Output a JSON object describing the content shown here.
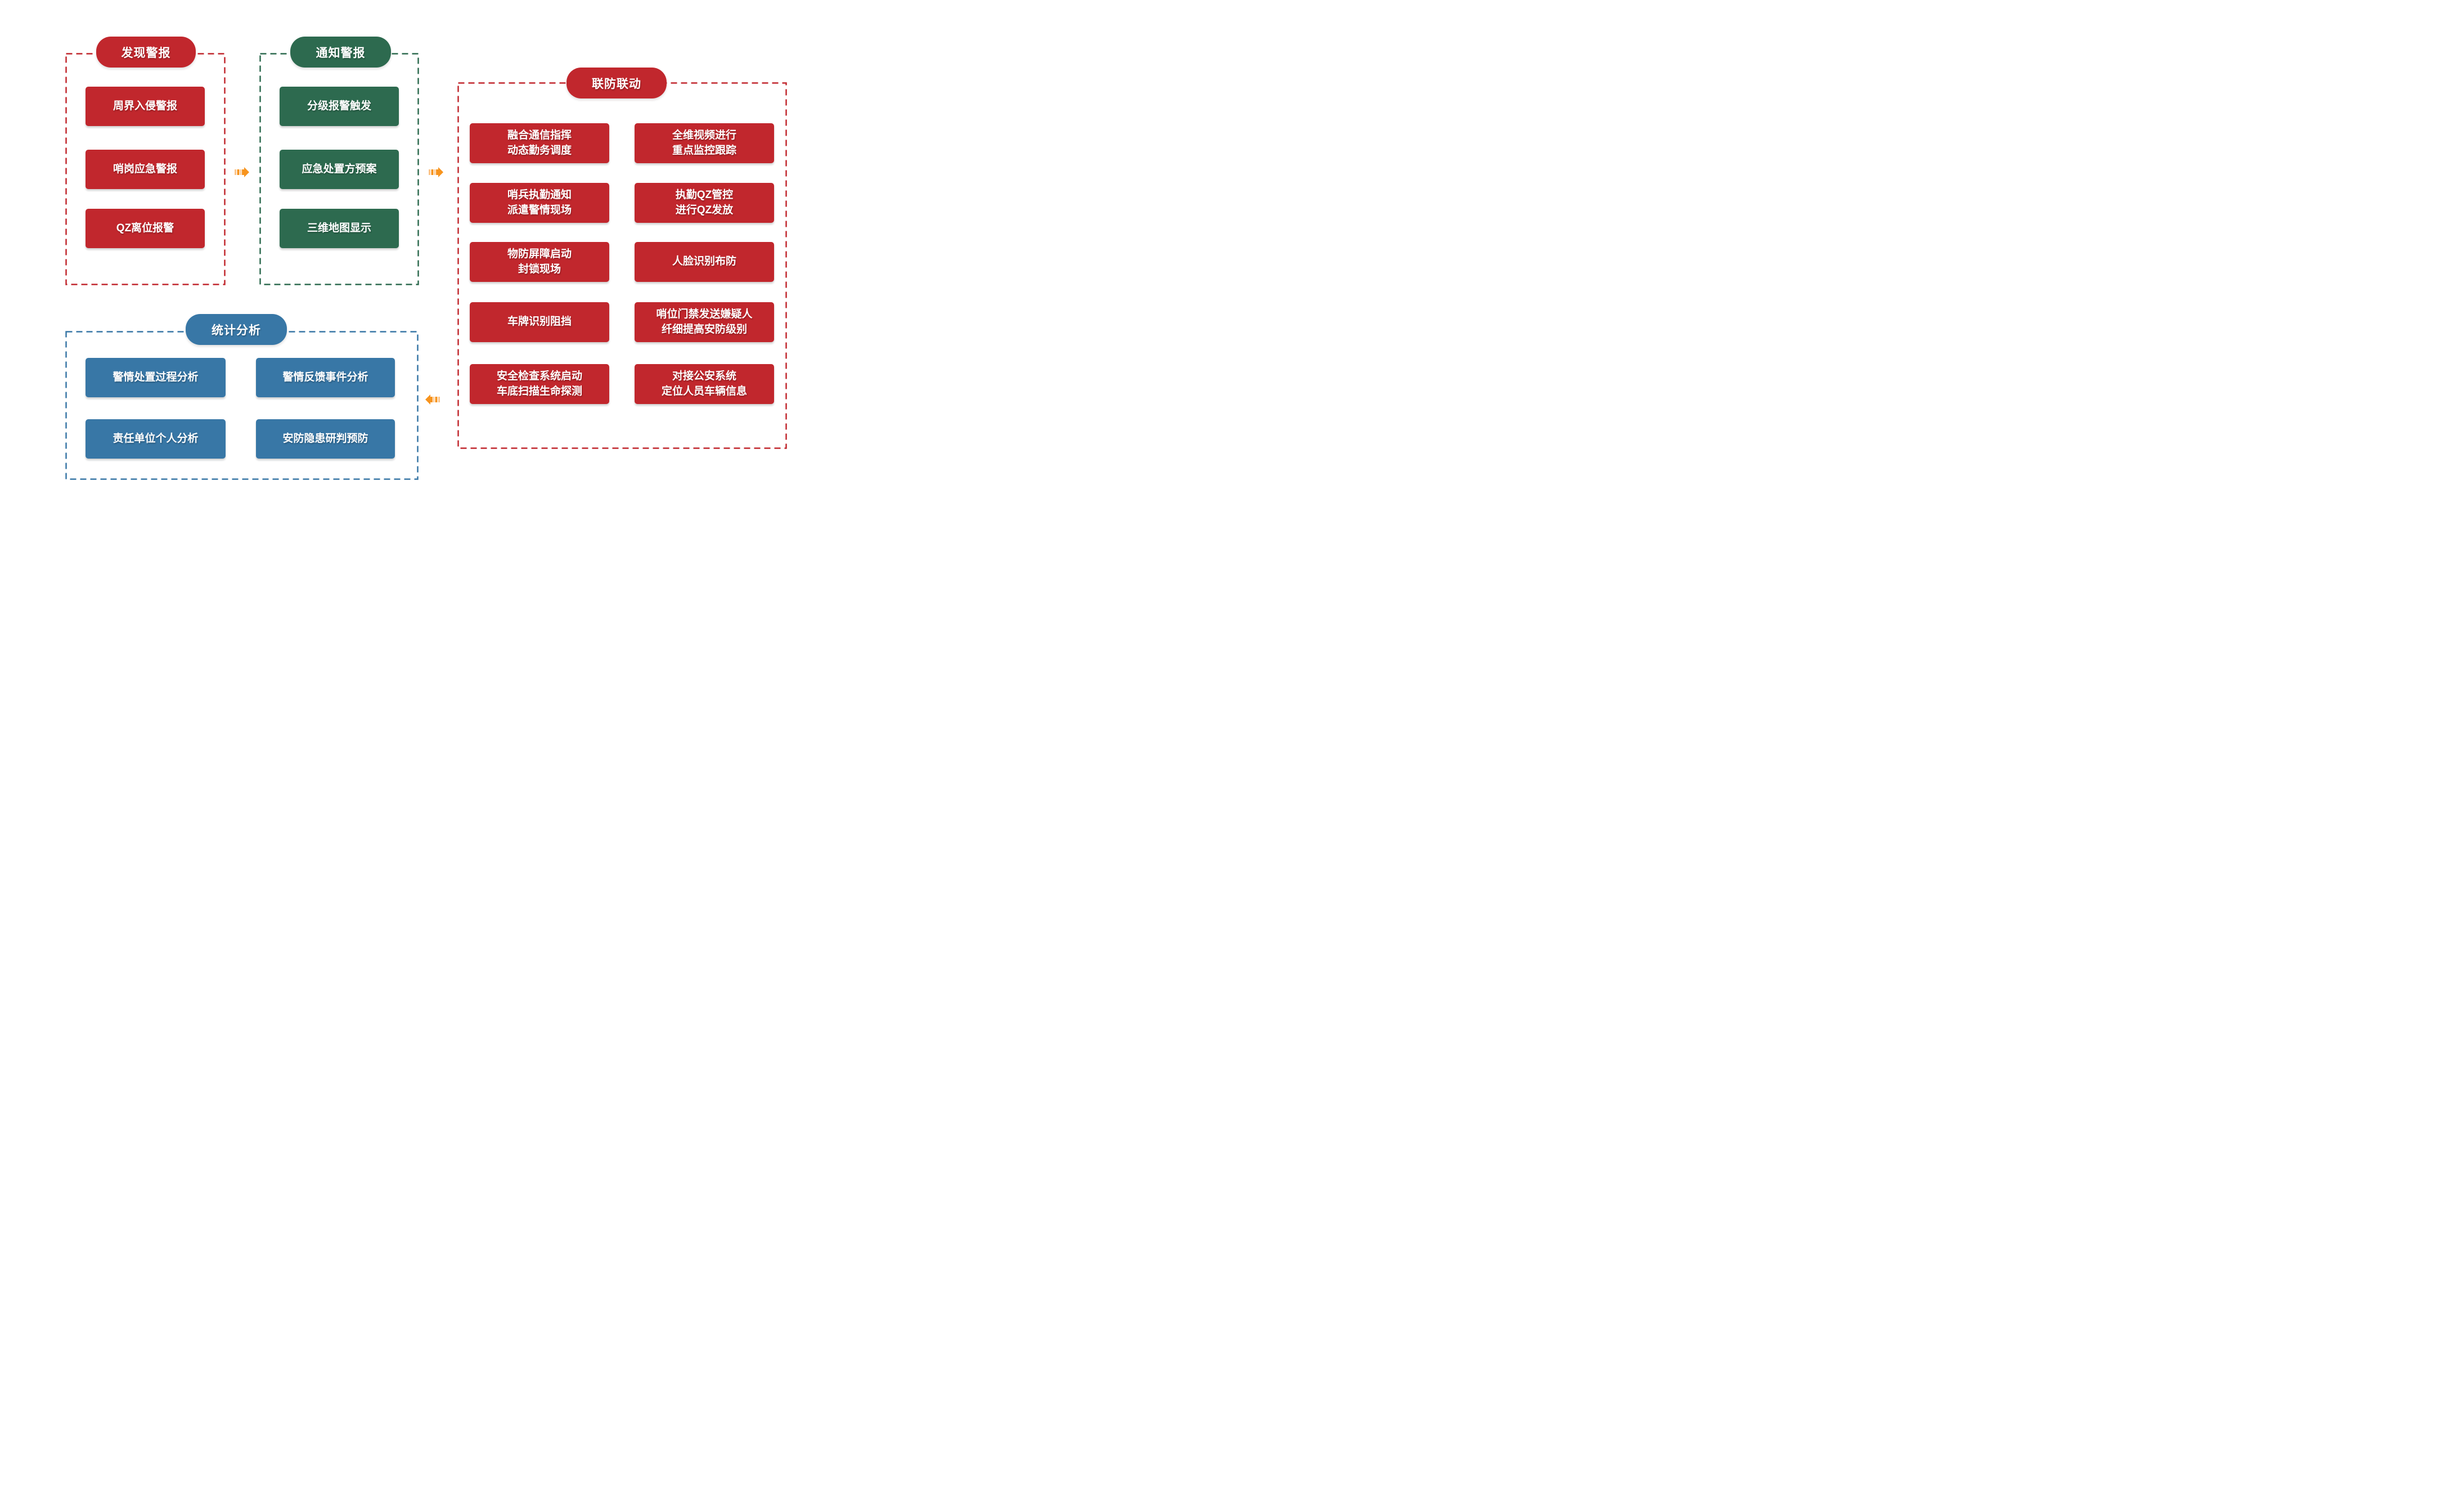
{
  "colors": {
    "red": "#C1272D",
    "green": "#2D6A4F",
    "blue": "#3877A6",
    "arrow": "#F7941E",
    "arrow_light": "#FBC48A"
  },
  "sections": {
    "discover": {
      "title": "发现警报",
      "items": [
        {
          "text": "周界入侵警报"
        },
        {
          "text": "哨岗应急警报"
        },
        {
          "text": "QZ离位报警"
        }
      ]
    },
    "notify": {
      "title": "通知警报",
      "items": [
        {
          "text": "分级报警触发"
        },
        {
          "text": "应急处置方预案"
        },
        {
          "text": "三维地图显示"
        }
      ]
    },
    "joint": {
      "title": "联防联动",
      "rows": [
        {
          "left": "融合通信指挥\n动态勤务调度",
          "right": "全维视频进行\n重点监控跟踪"
        },
        {
          "left": "哨兵执勤通知\n派遣警情现场",
          "right": "执勤QZ管控\n进行QZ发放"
        },
        {
          "left": "物防屏障启动\n封锁现场",
          "right": "人脸识别布防"
        },
        {
          "left": "车牌识别阻挡",
          "right": "哨位门禁发送嫌疑人\n纤细提高安防级别"
        },
        {
          "left": "安全检查系统启动\n车底扫描生命探测",
          "right": "对接公安系统\n定位人员车辆信息"
        }
      ]
    },
    "stats": {
      "title": "统计分析",
      "rows": [
        {
          "left": "警情处置过程分析",
          "right": "警情反馈事件分析"
        },
        {
          "left": "责任单位个人分析",
          "right": "安防隐患研判预防"
        }
      ]
    }
  }
}
